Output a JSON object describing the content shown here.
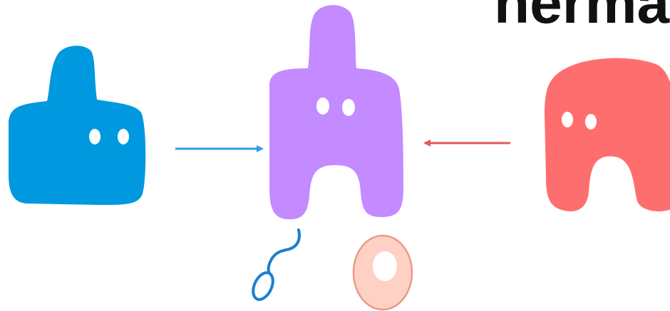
{
  "title": "hermap",
  "colors": {
    "male": "#0099e0",
    "hermaphrodite": "#c48aff",
    "female": "#ff6e6e",
    "arrow_left": "#2f9ee0",
    "arrow_right": "#e05a5a",
    "sperm": "#1a7fd0",
    "egg_fill": "#ffd0c4",
    "egg_outline": "#e79b8a",
    "eye": "#ffffff",
    "title": "#111111"
  },
  "figures": [
    {
      "name": "male-creature",
      "shape": "blob-with-head"
    },
    {
      "name": "hermaphrodite-creature",
      "shape": "blob-with-head-and-legs"
    },
    {
      "name": "female-creature",
      "shape": "arch-with-legs"
    }
  ],
  "gametes": [
    {
      "name": "sperm-icon"
    },
    {
      "name": "egg-icon"
    }
  ]
}
